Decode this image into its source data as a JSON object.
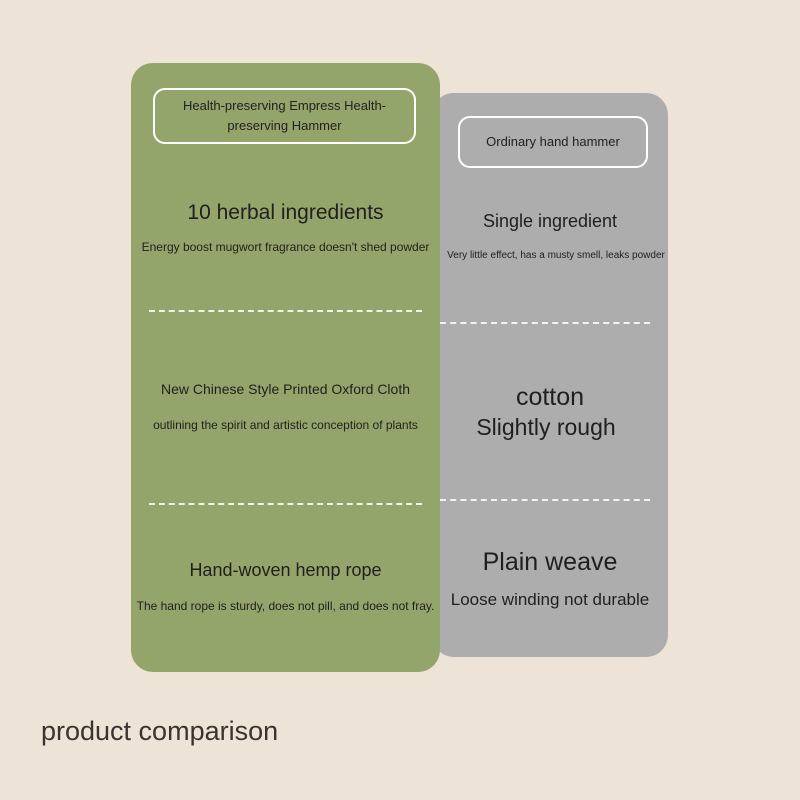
{
  "empress": {
    "header": "Health-preserving Empress Health-preserving Hammer",
    "row1_title": "10 herbal ingredients",
    "row1_desc": "Energy boost mugwort fragrance doesn't shed powder",
    "row2_title": "New Chinese Style Printed Oxford Cloth",
    "row2_desc": "outlining the spirit and artistic conception of plants",
    "row3_title": "Hand-woven hemp rope",
    "row3_desc": "The hand rope is sturdy, does not pill, and does not fray."
  },
  "ordinary": {
    "header": "Ordinary hand hammer",
    "row1_title": "Single ingredient",
    "row1_desc": "Very little effect, has a musty smell, leaks powder",
    "row2_title": "cotton",
    "row2_desc": "Slightly rough",
    "row3_title": "Plain weave",
    "row3_desc": "Loose winding not durable"
  },
  "footer": "product comparison",
  "colors": {
    "background": "#ede3d6",
    "empress_card": "#94a56b",
    "ordinary_card": "#adadad",
    "text": "#1f1f1f"
  }
}
